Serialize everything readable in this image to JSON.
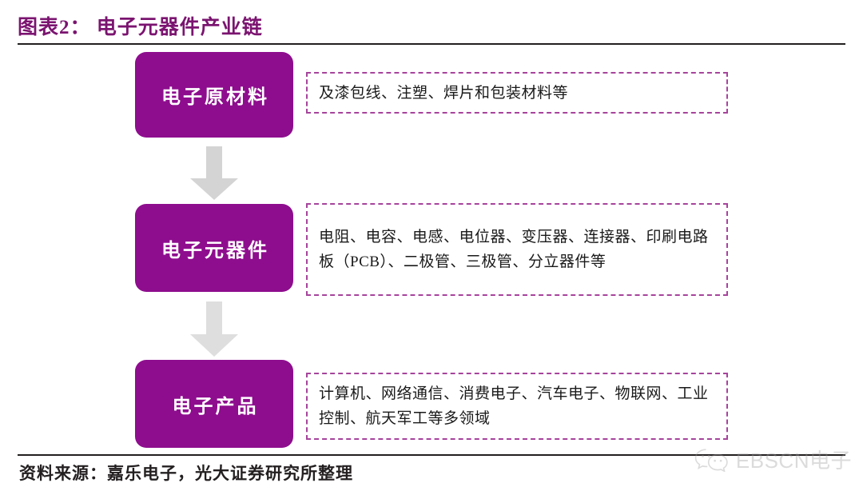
{
  "figure": {
    "title_prefix": "图表",
    "title_number": "2",
    "title_separator": "：",
    "title_text": "电子元器件产业链",
    "title_full": "图表2： 电子元器件产业链",
    "source_note": "资料来源：嘉乐电子，光大证券研究所整理"
  },
  "colors": {
    "purple_box": "#8E0D8E",
    "title_purple": "#7B1470",
    "dashed_border": "#A6449C",
    "arrow_gray": "#D4D4D4",
    "rule_black": "#231f20",
    "box_text": "#ffffff"
  },
  "chain": {
    "stages": [
      {
        "label": "电子原材料",
        "description": "及漆包线、注塑、焊片和包装材料等"
      },
      {
        "label": "电子元器件",
        "description": "电阻、电容、电感、电位器、变压器、连接器、印刷电路板（PCB）、二极管、三极管、分立器件等"
      },
      {
        "label": "电子产品",
        "description": "计算机、网络通信、消费电子、汽车电子、物联网、工业控制、航天军工等多领域"
      }
    ],
    "connectors": [
      {
        "icon": "down-arrow-icon"
      },
      {
        "icon": "down-arrow-icon"
      }
    ]
  },
  "watermark": {
    "icon": "wechat-icon",
    "text": "EBSCN电子"
  }
}
